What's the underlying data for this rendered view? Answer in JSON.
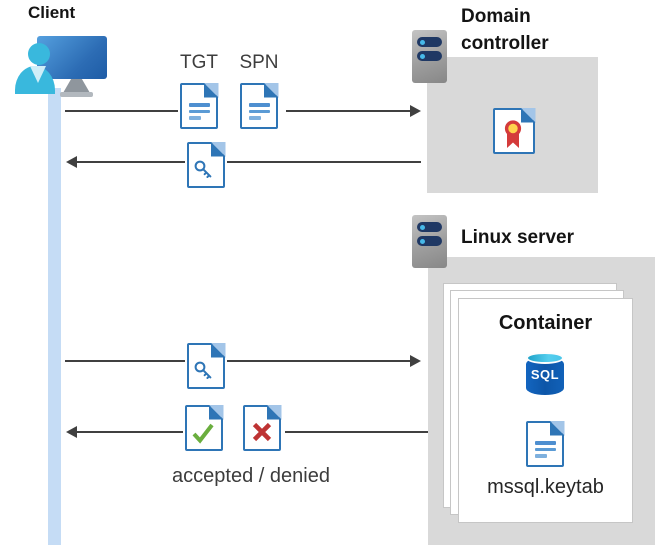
{
  "client": {
    "label": "Client"
  },
  "domain_controller": {
    "label": "Domain controller"
  },
  "linux_server": {
    "label": "Linux server"
  },
  "container": {
    "label": "Container",
    "sql_badge": "SQL",
    "keytab_file": "mssql.keytab"
  },
  "messages": {
    "tgt": "TGT",
    "spn": "SPN",
    "result": "accepted / denied"
  },
  "icons": {
    "user-workstation-icon": "monitor with cyan user silhouette",
    "server-icon": "gray server tower with two navy status bars and cyan dots",
    "ticket-document-icon": "blue-bordered document with folded corner and text lines",
    "key-ticket-icon": "blue-bordered document with key glyph",
    "certificate-icon": "document with gold seal and red ribbon",
    "sql-database-icon": "blue database cylinder labeled SQL",
    "accepted-icon": "document with green checkmark",
    "denied-icon": "document with red cross",
    "arrow": "thin dark horizontal arrow"
  },
  "colors": {
    "doc_border_blue": "#2E75B6",
    "doc_line_blue": "#5B9BD5",
    "fold_light_blue": "#A3C5E8",
    "zone_box_gray": "#D9D9D9",
    "arrow_gray": "#404040",
    "label_dark": "#141414",
    "accept_green": "#6AAE3E",
    "deny_red": "#BE3333",
    "person_cyan": "#39B8DD",
    "monitor_blue": "#2C6CB4",
    "server_bar_navy": "#1F3864",
    "server_dot_cyan": "#47B9E9",
    "sql_body_blue": "#0D56A8",
    "sql_top_cyan": "#49C6E9",
    "ribbon_red": "#D43B3B",
    "ribbon_gold": "#FFD34D",
    "lifeline_blue": "#C5DCF5",
    "card_border_gray": "#C6C6C6"
  }
}
